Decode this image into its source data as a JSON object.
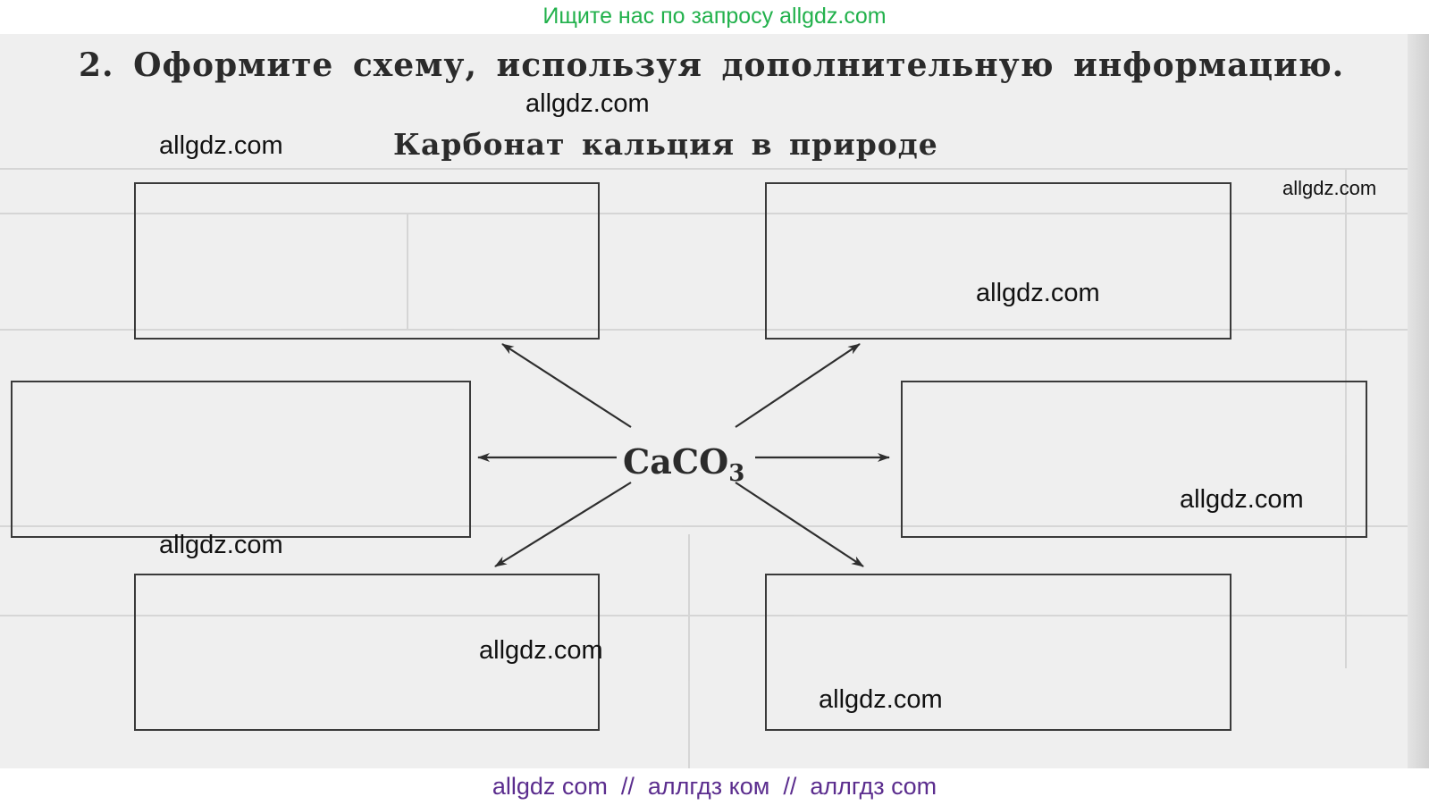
{
  "top_banner": {
    "text": "Ищите нас по запросу allgdz.com",
    "color": "#22b14c"
  },
  "task": {
    "title": "2. Оформите схему, используя дополнительную информацию."
  },
  "scheme": {
    "title": "Карбонат кальция в природе",
    "center_formula_main": "CaCO",
    "center_formula_sub": "3"
  },
  "watermarks": {
    "w1": "allgdz.com",
    "w2": "allgdz.com",
    "w3": "allgdz.com",
    "w4": "allgdz.com",
    "w5": "allgdz.com",
    "w6": "allgdz.com",
    "w7": "allgdz.com",
    "w8": "allgdz.com"
  },
  "bottom_banner": {
    "text": "allgdz com  //  аллгдз ком  //  аллгдз com",
    "color": "#5b2d8e"
  }
}
